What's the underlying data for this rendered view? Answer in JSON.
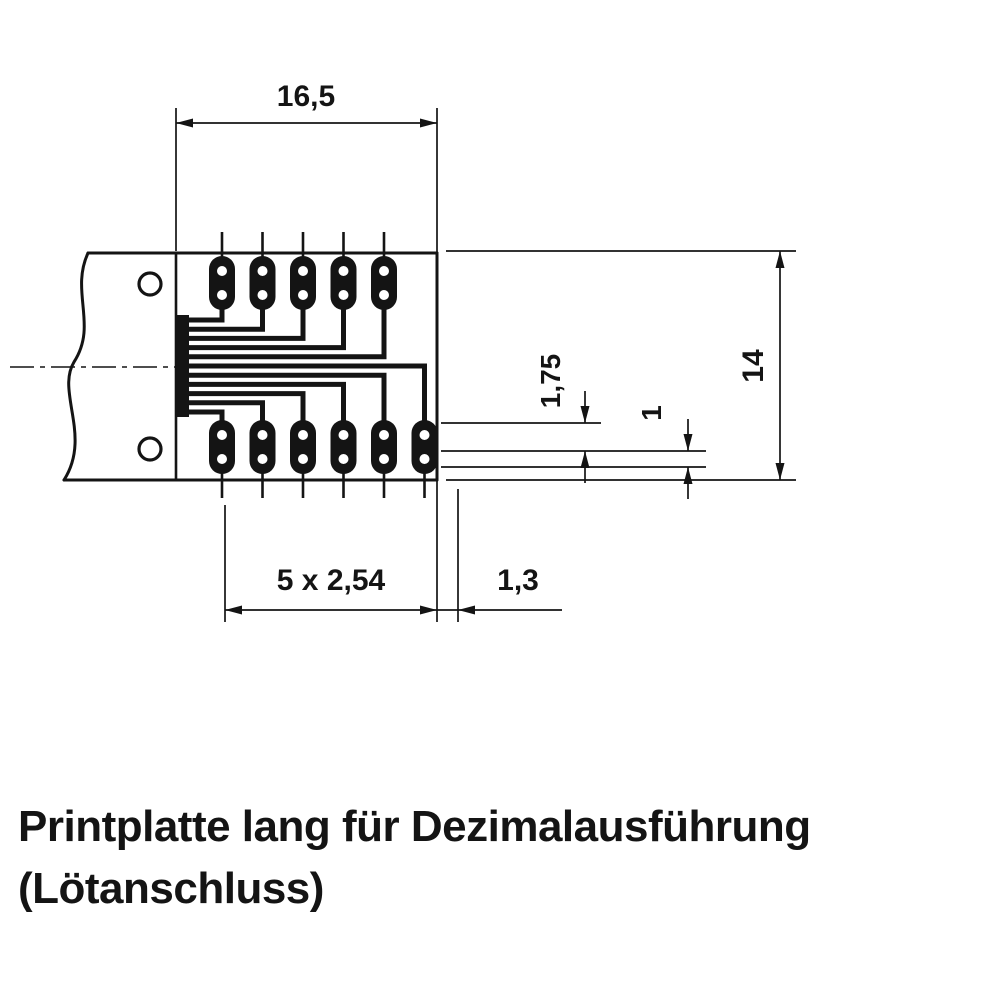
{
  "dimensions": {
    "width_top": "16,5",
    "height_right": "14",
    "row_offset": "1,75",
    "small_unit": "1",
    "pad_pitch": "5 x 2,54",
    "edge_distance": "1,3"
  },
  "caption": {
    "line1": "Printplatte lang für Dezimalausführung",
    "line2": "(Lötanschluss)"
  },
  "drawing": {
    "subject": "printed-circuit-board-with-solder-pads-and-traces",
    "line_color": "#141414",
    "background_color": "#ffffff"
  }
}
